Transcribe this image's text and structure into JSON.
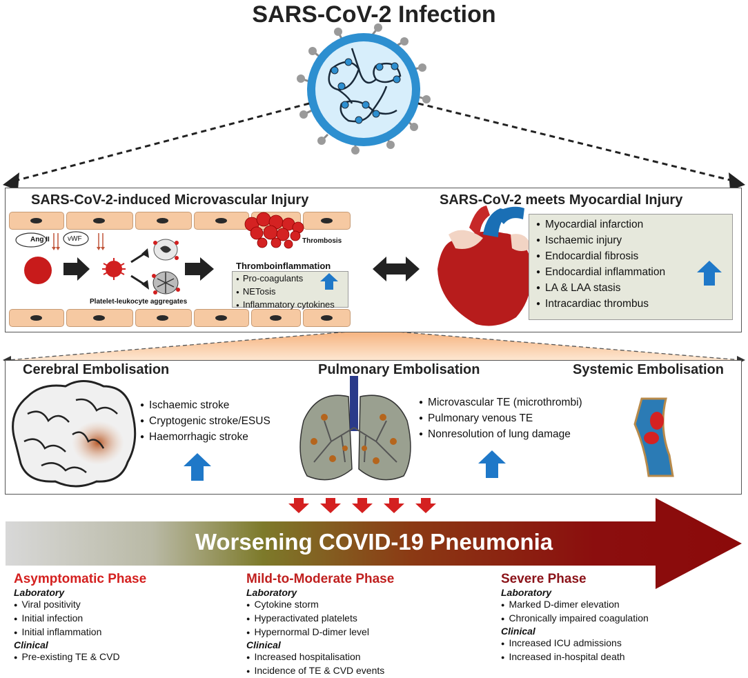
{
  "title": "SARS-CoV-2 Infection",
  "microvascular": {
    "heading": "SARS-CoV-2-induced Microvascular Injury",
    "ang_label": "Ang II",
    "vwf_label": "vWF",
    "thrombosis_label": "Thrombosis",
    "aggregates_label": "Platelet-leukocyte aggregates",
    "thromboinflammation_title": "Thromboinflammation",
    "thromboinflammation_items": [
      "Pro-coagulants",
      "NETosis",
      "Inflammatory cytokines"
    ]
  },
  "myocardial": {
    "heading": "SARS-CoV-2 meets Myocardial Injury",
    "items": [
      "Myocardial infarction",
      "Ischaemic injury",
      "Endocardial fibrosis",
      "Endocardial inflammation",
      "LA & LAA stasis",
      "Intracardiac thrombus"
    ]
  },
  "embolisation": {
    "cerebral": {
      "heading": "Cerebral Embolisation",
      "items": [
        "Ischaemic stroke",
        "Cryptogenic stroke/ESUS",
        "Haemorrhagic stroke"
      ]
    },
    "pulmonary": {
      "heading": "Pulmonary Embolisation",
      "items": [
        "Microvascular TE (microthrombi)",
        "Pulmonary venous TE",
        "Nonresolution of lung damage"
      ]
    },
    "systemic": {
      "heading": "Systemic Embolisation"
    }
  },
  "banner": "Worsening COVID-19 Pneumonia",
  "phases": [
    {
      "title": "Asymptomatic Phase",
      "color": "#d4201f",
      "lab_label": "Laboratory",
      "lab_items": [
        "Viral positivity",
        "Initial infection",
        "Initial inflammation"
      ],
      "clin_label": "Clinical",
      "clin_items": [
        "Pre-existing TE & CVD"
      ]
    },
    {
      "title": "Mild-to-Moderate Phase",
      "color": "#c0201f",
      "lab_label": "Laboratory",
      "lab_items": [
        "Cytokine storm",
        "Hyperactivated platelets",
        "Hypernormal D-dimer level"
      ],
      "clin_label": "Clinical",
      "clin_items": [
        "Increased hospitalisation",
        "Incidence of TE & CVD events"
      ]
    },
    {
      "title": "Severe Phase",
      "color": "#8b1218",
      "lab_label": "Laboratory",
      "lab_items": [
        "Marked D-dimer elevation",
        "Chronically impaired coagulation"
      ],
      "clin_label": "Clinical",
      "clin_items": [
        "Increased ICU admissions",
        "Increased in-hospital death"
      ]
    }
  ],
  "colors": {
    "up_arrow": "#1f78c8",
    "banner_dark": "#8b0a0a",
    "phase_red": "#d4201f",
    "panel_green": "#e6e8dc"
  }
}
